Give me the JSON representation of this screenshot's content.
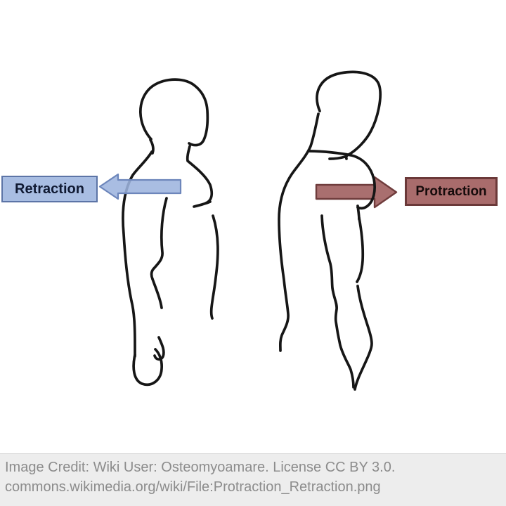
{
  "diagram": {
    "title_implicit": "Scapular protraction and retraction",
    "labels": {
      "retraction": "Retraction",
      "protraction": "Protraction"
    },
    "icons": [
      {
        "name": "retraction-arrow-icon",
        "direction": "left"
      },
      {
        "name": "protraction-arrow-icon",
        "direction": "right"
      }
    ],
    "colors": {
      "retraction_fill": "#a8bde2",
      "retraction_border": "#5c74a6",
      "retraction_arrow_fill": "#9db4de",
      "retraction_arrow_border": "#6d86bb",
      "protraction_fill": "#a96c6c",
      "protraction_border": "#6b3939",
      "protraction_arrow_fill": "#a96f6f",
      "protraction_arrow_border": "#6f3c3c",
      "figure_outline": "#161616",
      "credit_background": "#ededed",
      "credit_text": "#8c8c8c"
    }
  },
  "credit": {
    "line1": "Image Credit: Wiki User: Osteomyoamare. License CC BY 3.0.",
    "line2": "commons.wikimedia.org/wiki/File:Protraction_Retraction.png"
  }
}
